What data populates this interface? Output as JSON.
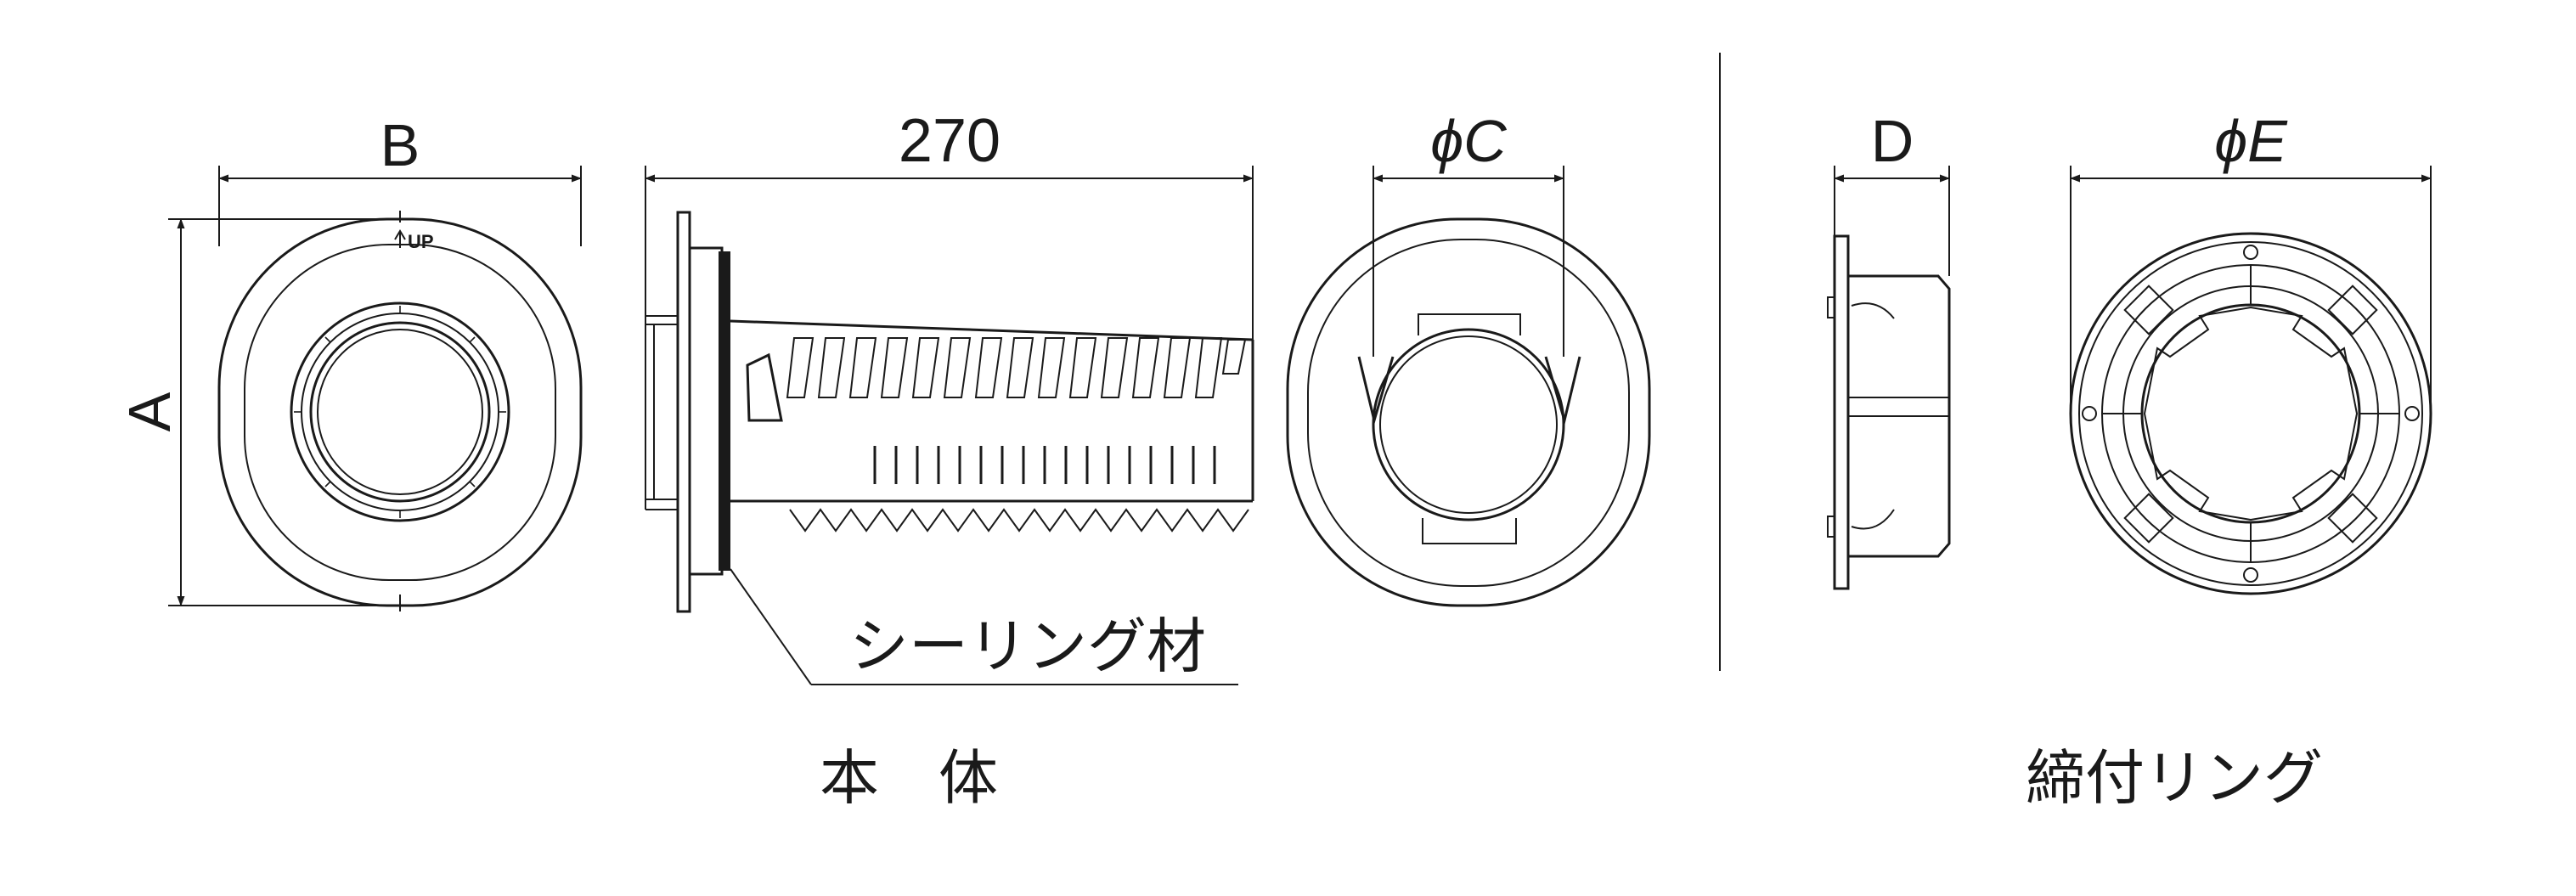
{
  "labels": {
    "dim_a": "A",
    "dim_b": "B",
    "dim_length": "270",
    "dim_c": "ϕC",
    "dim_d": "D",
    "dim_e": "ϕE",
    "up_mark": "UP",
    "sealing": "シーリング材",
    "caption_main": "本　体",
    "caption_ring": "締付リング"
  }
}
